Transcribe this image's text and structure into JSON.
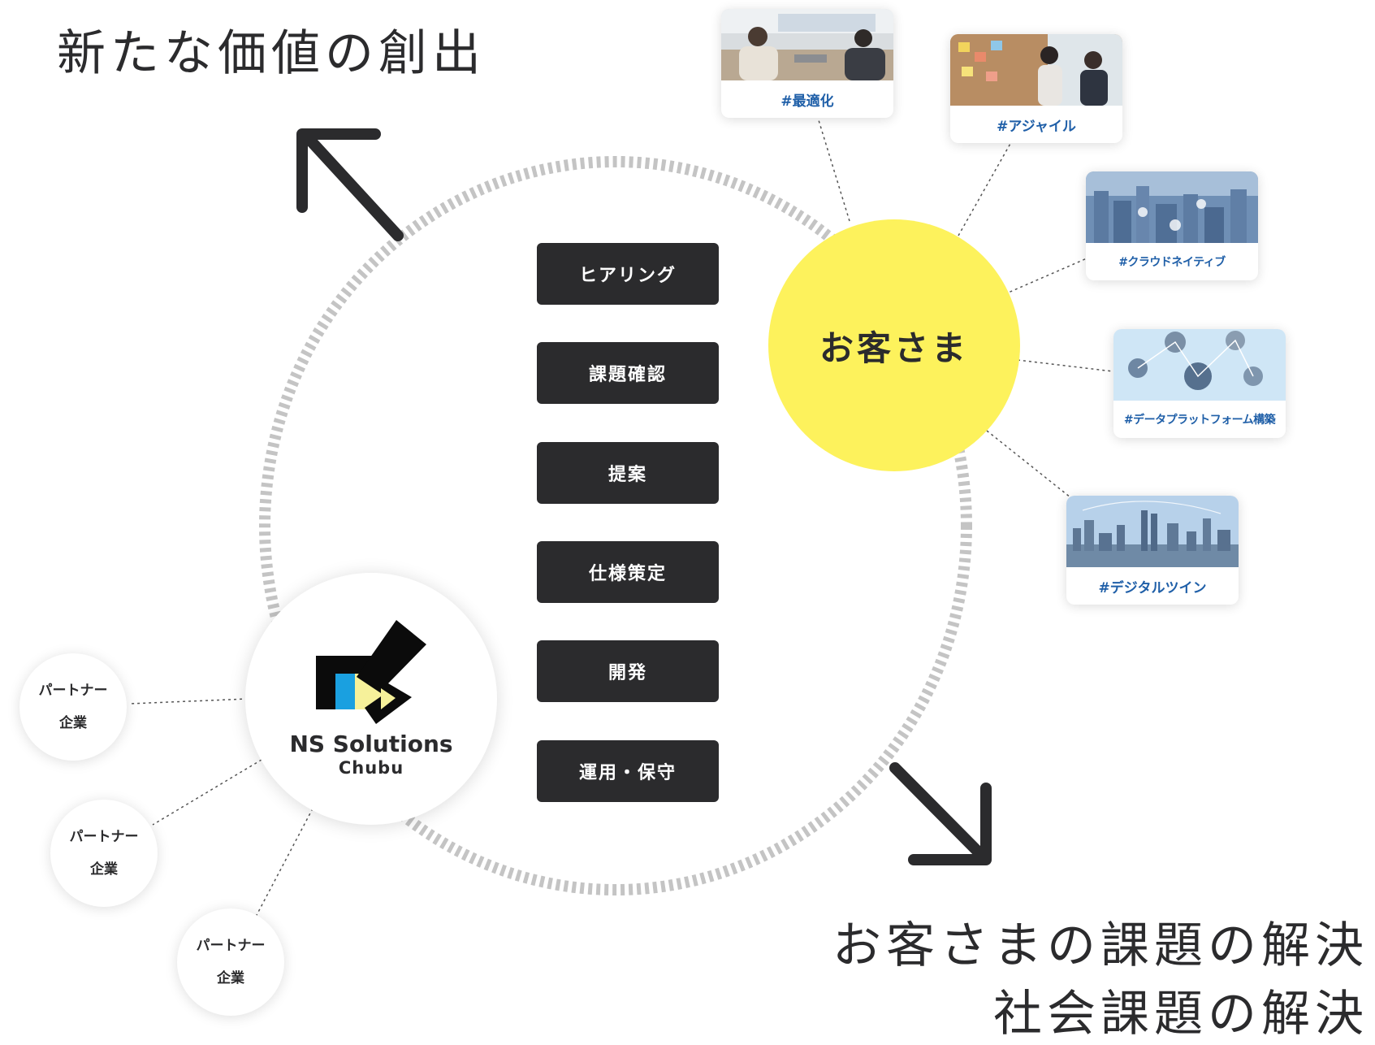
{
  "headings": {
    "new_value": "新たな価値の創出",
    "outcome_line1": "お客さまの課題の解決",
    "outcome_line2": "社会課題の解決"
  },
  "process_steps": [
    "ヒアリング",
    "課題確認",
    "提案",
    "仕様策定",
    "開発",
    "運用・保守"
  ],
  "customer": {
    "label": "お客さま",
    "color": "#fdf25c"
  },
  "company": {
    "name": "NS Solutions",
    "sub": "Chubu"
  },
  "partners": [
    {
      "line1": "パートナー",
      "line2": "企業"
    },
    {
      "line1": "パートナー",
      "line2": "企業"
    },
    {
      "line1": "パートナー",
      "line2": "企業"
    }
  ],
  "cards": [
    {
      "tag": "#最適化",
      "icon": "meeting-photo"
    },
    {
      "tag": "#アジャイル",
      "icon": "team-photo"
    },
    {
      "tag": "#クラウドネイティブ",
      "icon": "cloud-city-photo"
    },
    {
      "tag": "#データプラットフォーム構築",
      "icon": "network-people-photo"
    },
    {
      "tag": "#デジタルツイン",
      "icon": "skyline-photo"
    }
  ],
  "colors": {
    "dark": "#2b2b2d",
    "accent_yellow": "#fdf25c",
    "tag_blue": "#1f5fa8",
    "logo_blue": "#1aa0e0",
    "logo_yellow": "#f6f19a",
    "ring_gray": "#c4c4c4"
  }
}
